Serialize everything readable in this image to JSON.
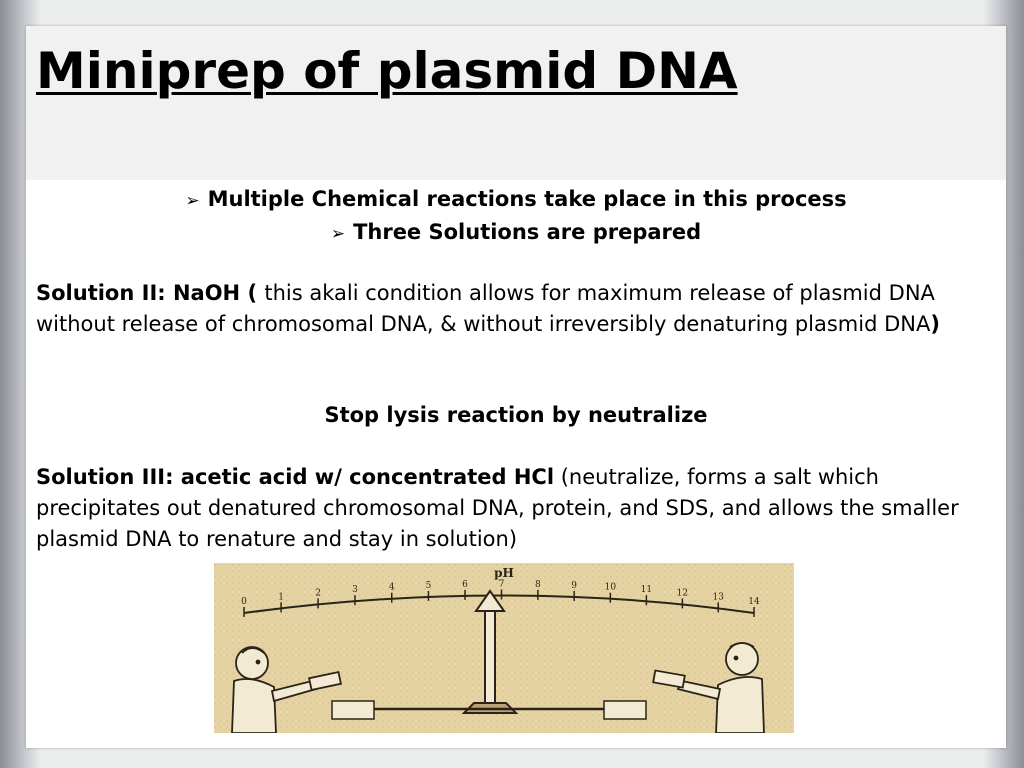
{
  "slide": {
    "title": "Miniprep of plasmid DNA",
    "bullets": [
      "Multiple Chemical reactions take place in this process",
      "Three Solutions are prepared"
    ],
    "bullet_icon": "arrowhead-bullet-icon",
    "solution2": {
      "label": "Solution II: NaOH ( ",
      "text": "this akali condition allows for maximum release of plasmid DNA without release of chromosomal DNA, & without irreversibly denaturing plasmid DNA",
      "close": ")"
    },
    "stop_lysis": "Stop lysis reaction by neutralize",
    "solution3": {
      "label": "Solution III: acetic acid w/ concentrated HCl",
      "text": " (neutralize, forms a salt which precipitates out denatured chromosomal DNA, protein, and SDS, and allows the smaller plasmid DNA to renature and stay in solution)"
    },
    "illustration": {
      "scale_label": "pH",
      "ticks": [
        "0",
        "1",
        "2",
        "3",
        "4",
        "5",
        "6",
        "7",
        "8",
        "9",
        "10",
        "11",
        "12",
        "13",
        "14"
      ],
      "icons": [
        "ph-balance-scale-illustration",
        "scientist-left-figure",
        "scientist-right-figure"
      ]
    }
  },
  "colors": {
    "slide_background": "#ffffff",
    "title_band": "#f1f1f1",
    "text": "#000000",
    "parchment": "#e6d3a3"
  }
}
